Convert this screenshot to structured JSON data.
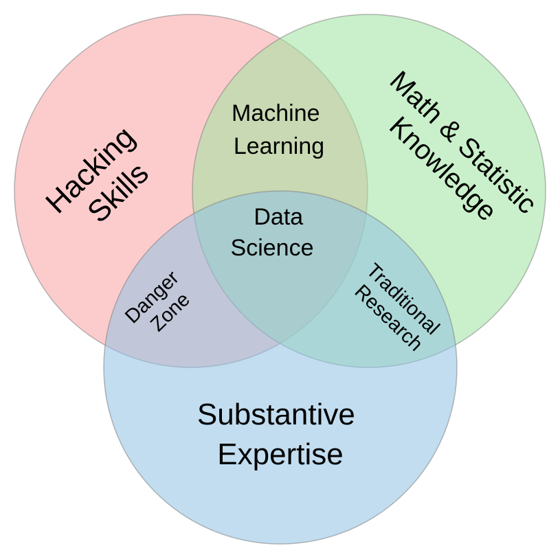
{
  "diagram": {
    "sets": [
      {
        "id": "hacking",
        "lines": [
          "Hacking",
          "Skills"
        ],
        "color": "#f9a3a3"
      },
      {
        "id": "math",
        "lines": [
          "Math & Statistic",
          "Knowledge"
        ],
        "color": "#9de39f"
      },
      {
        "id": "substantive",
        "lines": [
          "Substantive",
          "Expertise"
        ],
        "color": "#8fc1e3"
      }
    ],
    "intersections": [
      {
        "id": "machine-learning",
        "sets": [
          "hacking",
          "math"
        ],
        "lines": [
          "Machine",
          "Learning"
        ]
      },
      {
        "id": "danger-zone",
        "sets": [
          "hacking",
          "substantive"
        ],
        "lines": [
          "Danger",
          "Zone"
        ]
      },
      {
        "id": "traditional-research",
        "sets": [
          "math",
          "substantive"
        ],
        "lines": [
          "Traditional",
          "Research"
        ]
      },
      {
        "id": "data-science",
        "sets": [
          "hacking",
          "math",
          "substantive"
        ],
        "lines": [
          "Data",
          "Science"
        ]
      }
    ]
  }
}
